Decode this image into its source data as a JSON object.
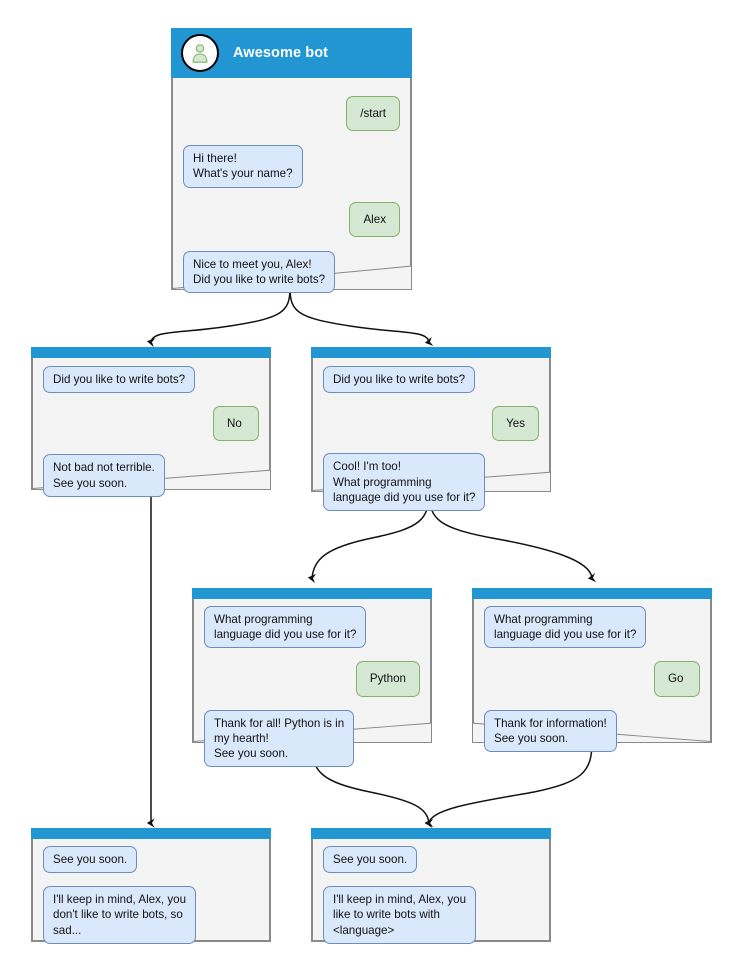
{
  "diagram": {
    "title": "Awesome bot conversation flow",
    "background_color": "#ffffff",
    "accent_color": "#2196d3",
    "card_body_color": "#f4f4f4",
    "bot_bubble_color": "#dae8fc",
    "bot_bubble_border": "#6c8ebf",
    "user_bubble_color": "#d5e8d4",
    "user_bubble_border": "#82b366",
    "avatar_icon": "person-icon"
  },
  "cards": {
    "root": {
      "header_title": "Awesome bot",
      "messages": [
        {
          "side": "user",
          "text": "/start"
        },
        {
          "side": "bot",
          "text": "Hi there!\nWhat's your name?"
        },
        {
          "side": "user",
          "text": "Alex"
        },
        {
          "side": "bot",
          "text": "Nice to meet you, Alex!\nDid you like to write bots?"
        }
      ]
    },
    "no_branch": {
      "messages": [
        {
          "side": "bot",
          "text": "Did you like to write bots?"
        },
        {
          "side": "user",
          "text": "No"
        },
        {
          "side": "bot",
          "text": "Not bad not terrible.\nSee you soon."
        }
      ]
    },
    "yes_branch": {
      "messages": [
        {
          "side": "bot",
          "text": "Did you like to write bots?"
        },
        {
          "side": "user",
          "text": "Yes"
        },
        {
          "side": "bot",
          "text": "Cool! I'm too!\nWhat programming\nlanguage did you use for it?"
        }
      ]
    },
    "python_branch": {
      "messages": [
        {
          "side": "bot",
          "text": "What programming\nlanguage did you use for it?"
        },
        {
          "side": "user",
          "text": "Python"
        },
        {
          "side": "bot",
          "text": "Thank for all! Python is in\nmy hearth!\nSee you soon."
        }
      ]
    },
    "go_branch": {
      "messages": [
        {
          "side": "bot",
          "text": "What programming\nlanguage did you use for it?"
        },
        {
          "side": "user",
          "text": "Go"
        },
        {
          "side": "bot",
          "text": "Thank for information!\nSee you soon."
        }
      ]
    },
    "end_sad": {
      "messages": [
        {
          "side": "bot",
          "text": "See you soon."
        },
        {
          "side": "bot",
          "text": "I'll keep in mind, Alex, you\ndon't like to write bots, so\nsad..."
        }
      ]
    },
    "end_happy": {
      "messages": [
        {
          "side": "bot",
          "text": "See you soon."
        },
        {
          "side": "bot",
          "text": "I'll keep in mind, Alex, you\nlike to write bots with\n<language>"
        }
      ]
    }
  }
}
